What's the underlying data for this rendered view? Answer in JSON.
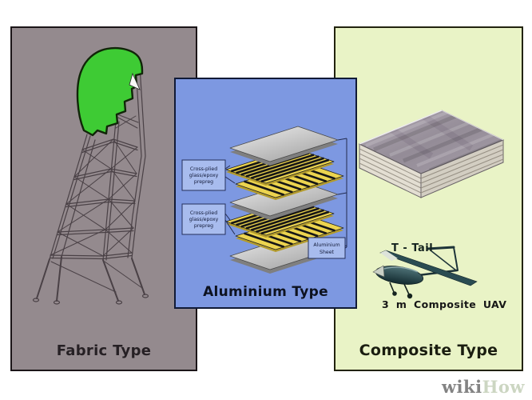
{
  "panels": {
    "fabric": {
      "caption": "Fabric Type"
    },
    "aluminium": {
      "caption": "Aluminium Type",
      "prepreg_label_top": {
        "line1": "Cross-plied",
        "line2": "glass/epoxy",
        "line3": "prepreg"
      },
      "prepreg_label_bottom": {
        "line1": "Cross-plied",
        "line2": "glass/epoxy",
        "line3": "prepreg"
      },
      "sheet_label": {
        "line1": "Aluminium",
        "line2": "Sheet"
      }
    },
    "composite": {
      "caption": "Composite Type",
      "t_tail_label": "T - Tail",
      "uav_caption": "3 m Composite UAV"
    }
  },
  "watermark": {
    "wiki": "wiki",
    "how": "How"
  },
  "colors": {
    "fabric_panel_bg": "#948a8e",
    "aluminium_panel_bg": "#7d98e1",
    "composite_panel_bg": "#e9f3c6",
    "fabric_covering_green": "#3ecb34",
    "prepreg_yellow": "#ecd44f",
    "aluminium_plate_gray": "#c9c9c9",
    "uav_teal": "#2a4c52",
    "label_box_blue": "#a8bcee",
    "watermark_wiki_color": "#838383",
    "watermark_how_color": "#ccd6c2"
  }
}
